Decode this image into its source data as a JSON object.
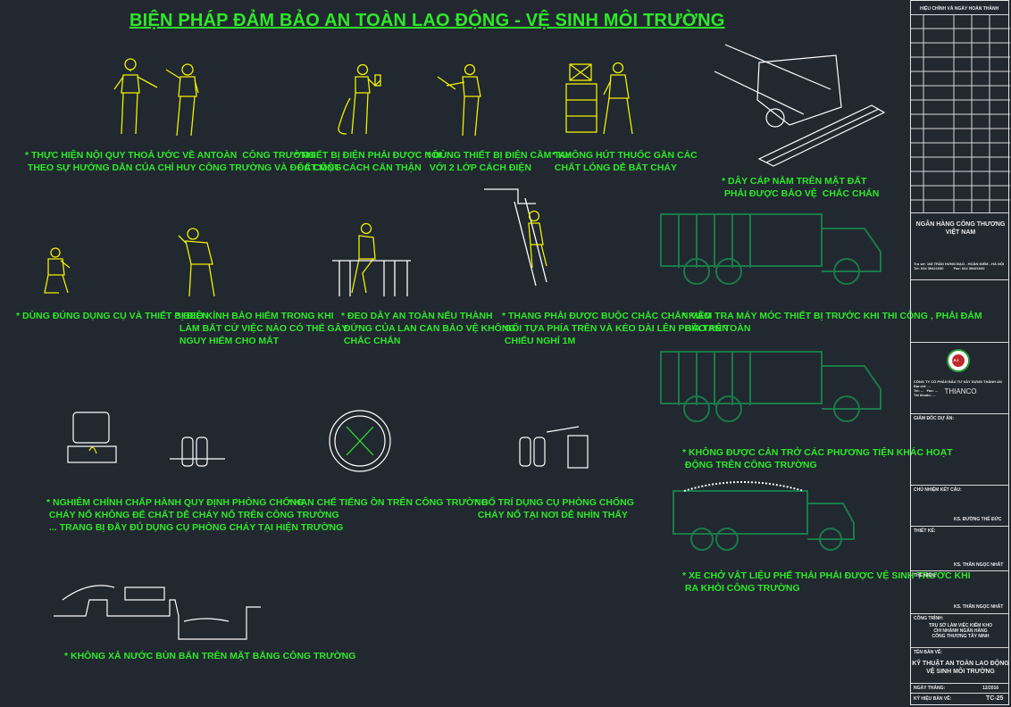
{
  "title": "BIỆN PHÁP ĐẢM BẢO AN TOÀN LAO ĐỘNG - VỆ SINH MÔI TRƯỜNG",
  "colors": {
    "background": "#212830",
    "caption": "#2ee829",
    "figure": "#f0f000",
    "vehicle": "#1a7a4a",
    "line": "#ffffff"
  },
  "captions": {
    "c1": "* THỰC HIỆN NỘI QUY THOẢ ƯỚC VỀ ANTOÀN  CÔNG TRƯỜNG\n THEO SỰ HƯỚNG DẪN CỦA CHỈ HUY CÔNG TRƯỜNG VÀ ĐỐC CÔNG",
    "c2": "* THIẾT BỊ ĐIỆN PHẢI ĐƯỢC NỐI\n ĐẤT MỘT CÁCH CẨN THẬN",
    "c3": "* DÙNG THIẾT BỊ ĐIỆN CẦM TAY\n VỚI 2 LỚP CÁCH ĐIỆN",
    "c4": "* KHÔNG HÚT THUỐC GẦN CÁC\n CHẤT LỎNG DỄ BẮT CHÁY",
    "c5": "* DÂY CÁP NẰM TRÊN MẶT ĐẤT\n PHẢI ĐƯỢC BẢO VỆ  CHẮC CHẮN",
    "c6": "* DÙNG ĐÚNG DỤNG CỤ VÀ THIẾT BỊ ĐIỆN",
    "c7": "* ĐEO KÍNH BẢO HIỂM TRONG KHI\n LÀM BẤT CỨ VIỆC NÀO CÓ THỂ GÂY\n NGUY HIỂM CHO MẮT",
    "c8": "* ĐEO DÂY AN TOÀN NẾU THÀNH\n ĐỨNG CỦA LAN CAN BẢO VỆ KHÔNG\n CHẮC CHẮN",
    "c9": "* THANG PHẢI ĐƯỢC BUỘC CHẮC CHẮN VÀO\n GỐI TỰA PHÍA TRÊN VÀ KÉO DÀI LÊN PHÍA TRÊN\n CHIẾU NGHỈ 1M",
    "c10": "* KIỂM TRA MÁY MÓC THIẾT BỊ TRƯỚC KHI THI CÔNG , PHẢI ĐẢM\n BẢO AN TOÀN",
    "c11": "* NGHIÊM CHỈNH CHẤP HÀNH QUY ĐỊNH PHÒNG CHỐNG\n CHÁY NỔ KHÔNG ĐỂ CHẤT DỄ CHÁY NỔ TRÊN CÔNG TRƯỜNG\n ... TRANG BỊ ĐẦY ĐỦ DỤNG CỤ PHÒNG CHÁY TẠI HIỆN TRƯỜNG",
    "c12": "* HẠN CHẾ TIẾNG ỒN TRÊN CÔNG TRƯỜNG",
    "c13": "* BỐ TRÍ DỤNG CỤ PHÒNG CHỐNG\n CHÁY NỔ TẠI NƠI DỄ NHÌN THẤY",
    "c14": "* KHÔNG ĐƯỢC CẢN TRỞ CÁC PHƯƠNG TIỆN KHÁC HOẠT\n ĐỘNG TRÊN CÔNG TRƯỜNG",
    "c15": "* XE CHỞ VẬT LIỆU PHẾ THẢI PHẢI ĐƯỢC VỆ SINH TRƯỚC KHI\n RA KHỎI CÔNG TRƯỜNG",
    "c16": "* KHÔNG XẢ NƯỚC BÙN BẨN TRÊN MẶT BẰNG CÔNG TRƯỜNG"
  },
  "title_block": {
    "header": "HIỆU CHỈNH VÀ NGÀY HOÀN THÀNH",
    "client": "NGÂN HÀNG CÔNG THƯƠNG\nVIỆT NAM",
    "client_address": "Trụ sở: 108 TRẦN HƯNG ĐẠO - HOÀN KIẾM - HÀ NỘI\nTel: 024 39421030          Fax: 024 39421032",
    "company_lines": "CÔNG TY CỔ PHẦN ĐẦU TƯ XÂY DỰNG THÀNH AN\nĐịa chỉ: ...\nTel: ...   Fax: ...\nTài khoản: ...",
    "company": "THIANCO",
    "manager_label": "GIÁM ĐỐC DỰ ÁN:",
    "chief_label": "CHỦ NHIỆM KẾT CẤU:",
    "chief_name": "KS. ĐƯỜNG THẾ ĐỨC",
    "designer_label": "THIẾT KẾ:",
    "designer_name": "KS. THÂN NGỌC NHẤT",
    "drawer_label": "THỂ HIỆN:",
    "drawer_name": "KS. THÂN NGỌC NHẤT",
    "project_label": "CÔNG TRÌNH:",
    "project": "TRỤ SỞ LÀM VIỆC KIÊM KHO\nCHI NHÁNH NGÂN HÀNG\nCÔNG THƯƠNG TÂY NINH",
    "drawing_label": "TÊN BẢN VẼ:",
    "drawing": "KỸ THUẬT AN TOÀN LAO ĐỘNG\nVỆ SINH MÔI TRƯỜNG",
    "date_label": "NGÀY THÁNG:",
    "date": "12/2016",
    "number_label": "KÝ HIỆU BẢN VẼ:",
    "number": "TC-25",
    "logo_text": "T.A.I"
  }
}
